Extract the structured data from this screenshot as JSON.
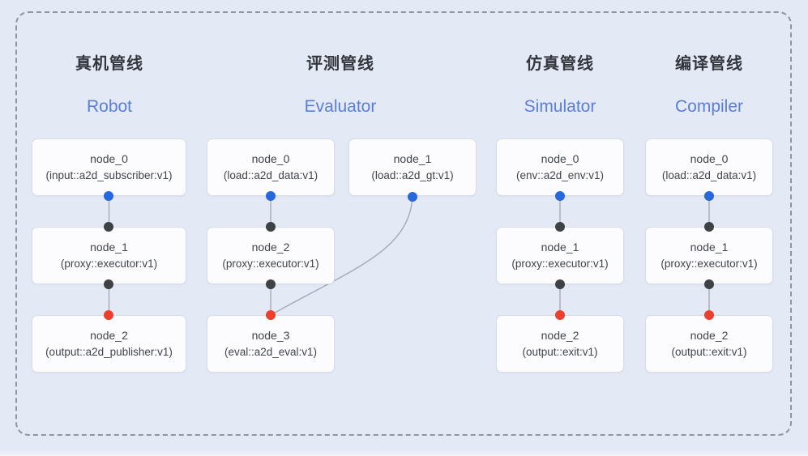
{
  "colors": {
    "background": "#e4e9f6",
    "card_bg": "#fcfcfe",
    "card_border": "#d9dde6",
    "dashed_border": "#8f95a1",
    "edge": "#a3aab9",
    "port_blue": "#2667dd",
    "port_black": "#3f4245",
    "port_red": "#ec402e",
    "title_zh_color": "#33363c",
    "title_en_color": "#5b7ed7",
    "node_text": "#40444b"
  },
  "pipelines": [
    {
      "title_zh": "真机管线",
      "title_en": "Robot",
      "nodes": [
        {
          "name": "node_0",
          "impl": "(input::a2d_subscriber:v1)"
        },
        {
          "name": "node_1",
          "impl": "(proxy::executor:v1)"
        },
        {
          "name": "node_2",
          "impl": "(output::a2d_publisher:v1)"
        }
      ],
      "edges": [
        {
          "from": "node_0",
          "to": "node_1",
          "from_port": "blue",
          "to_port": "black"
        },
        {
          "from": "node_1",
          "to": "node_2",
          "from_port": "black",
          "to_port": "red"
        }
      ]
    },
    {
      "title_zh": "评测管线",
      "title_en": "Evaluator",
      "nodes": [
        {
          "name": "node_0",
          "impl": "(load::a2d_data:v1)"
        },
        {
          "name": "node_1",
          "impl": "(load::a2d_gt:v1)"
        },
        {
          "name": "node_2",
          "impl": "(proxy::executor:v1)"
        },
        {
          "name": "node_3",
          "impl": "(eval::a2d_eval:v1)"
        }
      ],
      "edges": [
        {
          "from": "node_0",
          "to": "node_2",
          "from_port": "blue",
          "to_port": "black"
        },
        {
          "from": "node_2",
          "to": "node_3",
          "from_port": "black",
          "to_port": "red"
        },
        {
          "from": "node_1",
          "to": "node_3",
          "from_port": "blue",
          "to_port": "red"
        }
      ]
    },
    {
      "title_zh": "仿真管线",
      "title_en": "Simulator",
      "nodes": [
        {
          "name": "node_0",
          "impl": "(env::a2d_env:v1)"
        },
        {
          "name": "node_1",
          "impl": "(proxy::executor:v1)"
        },
        {
          "name": "node_2",
          "impl": "(output::exit:v1)"
        }
      ],
      "edges": [
        {
          "from": "node_0",
          "to": "node_1",
          "from_port": "blue",
          "to_port": "black"
        },
        {
          "from": "node_1",
          "to": "node_2",
          "from_port": "black",
          "to_port": "red"
        }
      ]
    },
    {
      "title_zh": "编译管线",
      "title_en": "Compiler",
      "nodes": [
        {
          "name": "node_0",
          "impl": "(load::a2d_data:v1)"
        },
        {
          "name": "node_1",
          "impl": "(proxy::executor:v1)"
        },
        {
          "name": "node_2",
          "impl": "(output::exit:v1)"
        }
      ],
      "edges": [
        {
          "from": "node_0",
          "to": "node_1",
          "from_port": "blue",
          "to_port": "black"
        },
        {
          "from": "node_1",
          "to": "node_2",
          "from_port": "black",
          "to_port": "red"
        }
      ]
    }
  ]
}
